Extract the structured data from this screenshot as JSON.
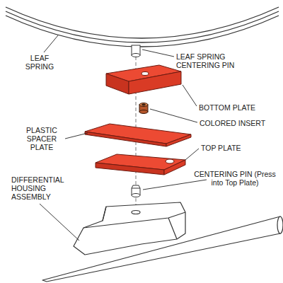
{
  "diagram": {
    "labels": [
      "LEAF SPRING",
      "LEAF SPRING CENTERING PIN",
      "BOTTOM PLATE",
      "COLORED INSERT",
      "PLASTIC SPACER PLATE",
      "TOP PLATE",
      "CENTERING PIN (Press into Top Plate)",
      "DIFFERENTIAL HOUSING ASSEMBLY"
    ]
  }
}
